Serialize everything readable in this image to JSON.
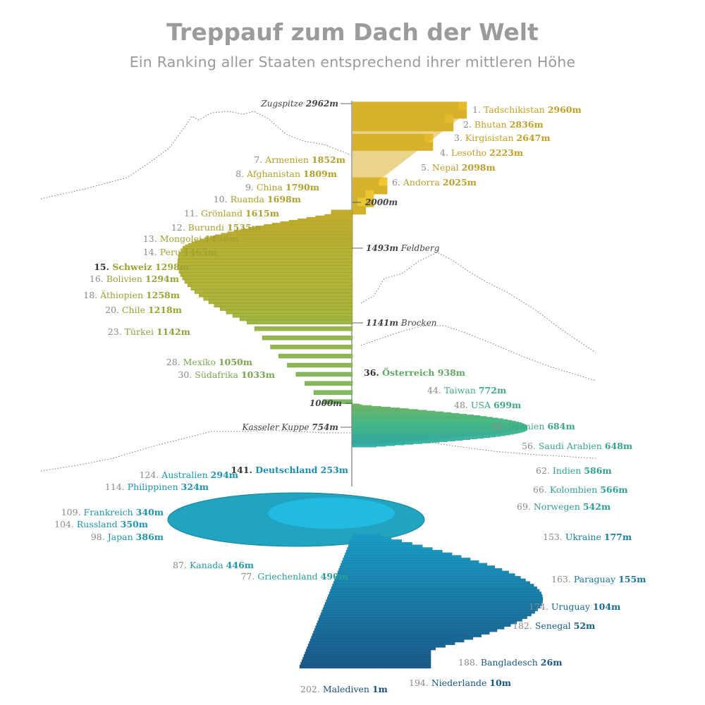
{
  "title": "Treppauf zum Dach der Welt",
  "subtitle": "Ein Ranking aller Staaten entsprechend ihrer mittleren Höhe",
  "colors": {
    "top": "#d8b12a",
    "upper_mid": "#aab43a",
    "mid": "#4cc08a",
    "lower": "#1aa0c8",
    "bottom": "#1a5a8a",
    "highlight_label": "#333333",
    "reference": "#666666"
  },
  "chart_data": {
    "type": "bar",
    "unit": "m",
    "countries": [
      {
        "rank": "1.",
        "name": "Tadschikistan",
        "value": 2960
      },
      {
        "rank": "2.",
        "name": "Bhutan",
        "value": 2836
      },
      {
        "rank": "3.",
        "name": "Kirgisistan",
        "value": 2647
      },
      {
        "rank": "4.",
        "name": "Lesotho",
        "value": 2223
      },
      {
        "rank": "5.",
        "name": "Nepal",
        "value": 2098
      },
      {
        "rank": "6.",
        "name": "Andorra",
        "value": 2025
      },
      {
        "rank": "7.",
        "name": "Armenien",
        "value": 1852
      },
      {
        "rank": "8.",
        "name": "Afghanistan",
        "value": 1809
      },
      {
        "rank": "9.",
        "name": "China",
        "value": 1790
      },
      {
        "rank": "10.",
        "name": "Ruanda",
        "value": 1698
      },
      {
        "rank": "11.",
        "name": "Grönland",
        "value": 1615
      },
      {
        "rank": "12.",
        "name": "Burundi",
        "value": 1535
      },
      {
        "rank": "13.",
        "name": "Mongolei",
        "value": 1490
      },
      {
        "rank": "14.",
        "name": "Peru",
        "value": 1465
      },
      {
        "rank": "15.",
        "name": "Schweiz",
        "value": 1298,
        "highlight": true
      },
      {
        "rank": "16.",
        "name": "Bolivien",
        "value": 1294
      },
      {
        "rank": "18.",
        "name": "Äthiopien",
        "value": 1258
      },
      {
        "rank": "20.",
        "name": "Chile",
        "value": 1218
      },
      {
        "rank": "23.",
        "name": "Türkei",
        "value": 1142
      },
      {
        "rank": "28.",
        "name": "Mexiko",
        "value": 1050
      },
      {
        "rank": "30.",
        "name": "Südafrika",
        "value": 1033
      },
      {
        "rank": "36.",
        "name": "Österreich",
        "value": 938,
        "highlight": true
      },
      {
        "rank": "44.",
        "name": "Taiwan",
        "value": 772
      },
      {
        "rank": "48.",
        "name": "USA",
        "value": 699
      },
      {
        "rank": "50.",
        "name": "Spanien",
        "value": 684
      },
      {
        "rank": "56.",
        "name": "Saudi Arabien",
        "value": 648
      },
      {
        "rank": "62.",
        "name": "Indien",
        "value": 586
      },
      {
        "rank": "66.",
        "name": "Kolombien",
        "value": 566
      },
      {
        "rank": "69.",
        "name": "Norwegen",
        "value": 542
      },
      {
        "rank": "77.",
        "name": "Griechenland",
        "value": 490
      },
      {
        "rank": "87.",
        "name": "Kanada",
        "value": 446
      },
      {
        "rank": "98.",
        "name": "Japan",
        "value": 386
      },
      {
        "rank": "104.",
        "name": "Russland",
        "value": 350
      },
      {
        "rank": "109.",
        "name": "Frankreich",
        "value": 340
      },
      {
        "rank": "114.",
        "name": "Philippinen",
        "value": 324
      },
      {
        "rank": "124.",
        "name": "Australien",
        "value": 294
      },
      {
        "rank": "141.",
        "name": "Deutschland",
        "value": 253,
        "highlight": true
      },
      {
        "rank": "153.",
        "name": "Ukraine",
        "value": 177
      },
      {
        "rank": "163.",
        "name": "Paraguay",
        "value": 155
      },
      {
        "rank": "174.",
        "name": "Uruguay",
        "value": 104
      },
      {
        "rank": "182.",
        "name": "Senegal",
        "value": 52
      },
      {
        "rank": "188.",
        "name": "Bangladesch",
        "value": 26
      },
      {
        "rank": "194.",
        "name": "Niederlande",
        "value": 10
      },
      {
        "rank": "202.",
        "name": "Malediven",
        "value": 1
      }
    ],
    "references": [
      {
        "name": "Zugspitze",
        "value": 2962,
        "label": "2962m"
      },
      {
        "name": "Feldberg",
        "value": 1493,
        "label": "1493m"
      },
      {
        "name": "Brocken",
        "value": 1141,
        "label": "1141m"
      },
      {
        "name": "Kasseler Kuppe",
        "value": 754,
        "label": "754m"
      }
    ],
    "axis_ticks": [
      {
        "value": 2000,
        "label": "2000m"
      },
      {
        "value": 1000,
        "label": "1000m"
      }
    ]
  }
}
